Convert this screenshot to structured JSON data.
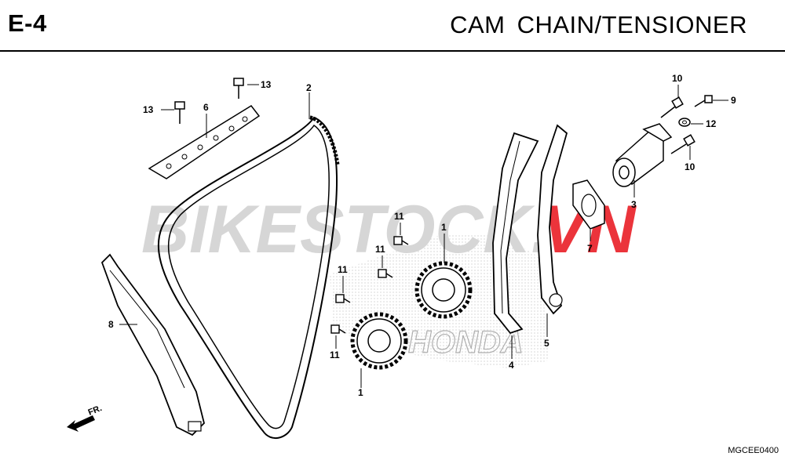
{
  "header": {
    "code": "E-4",
    "title": "CAM  CHAIN/TENSIONER"
  },
  "watermark": {
    "text_main": "BIKESTOCK.",
    "text_accent": "VN",
    "accent_color": "#e8111a",
    "brand_ghost": "HONDA"
  },
  "front_indicator": {
    "label": "FR."
  },
  "diagram_code": "MGCEE0400",
  "callouts": [
    {
      "id": "c13a",
      "label": "13"
    },
    {
      "id": "c13b",
      "label": "13"
    },
    {
      "id": "c6",
      "label": "6"
    },
    {
      "id": "c2",
      "label": "2"
    },
    {
      "id": "c8",
      "label": "8"
    },
    {
      "id": "c11a",
      "label": "11"
    },
    {
      "id": "c11b",
      "label": "11"
    },
    {
      "id": "c11c",
      "label": "11"
    },
    {
      "id": "c11d",
      "label": "11"
    },
    {
      "id": "c1a",
      "label": "1"
    },
    {
      "id": "c1b",
      "label": "1"
    },
    {
      "id": "c4",
      "label": "4"
    },
    {
      "id": "c5",
      "label": "5"
    },
    {
      "id": "c7",
      "label": "7"
    },
    {
      "id": "c3",
      "label": "3"
    },
    {
      "id": "c10a",
      "label": "10"
    },
    {
      "id": "c10b",
      "label": "10"
    },
    {
      "id": "c9",
      "label": "9"
    },
    {
      "id": "c12",
      "label": "12"
    }
  ]
}
